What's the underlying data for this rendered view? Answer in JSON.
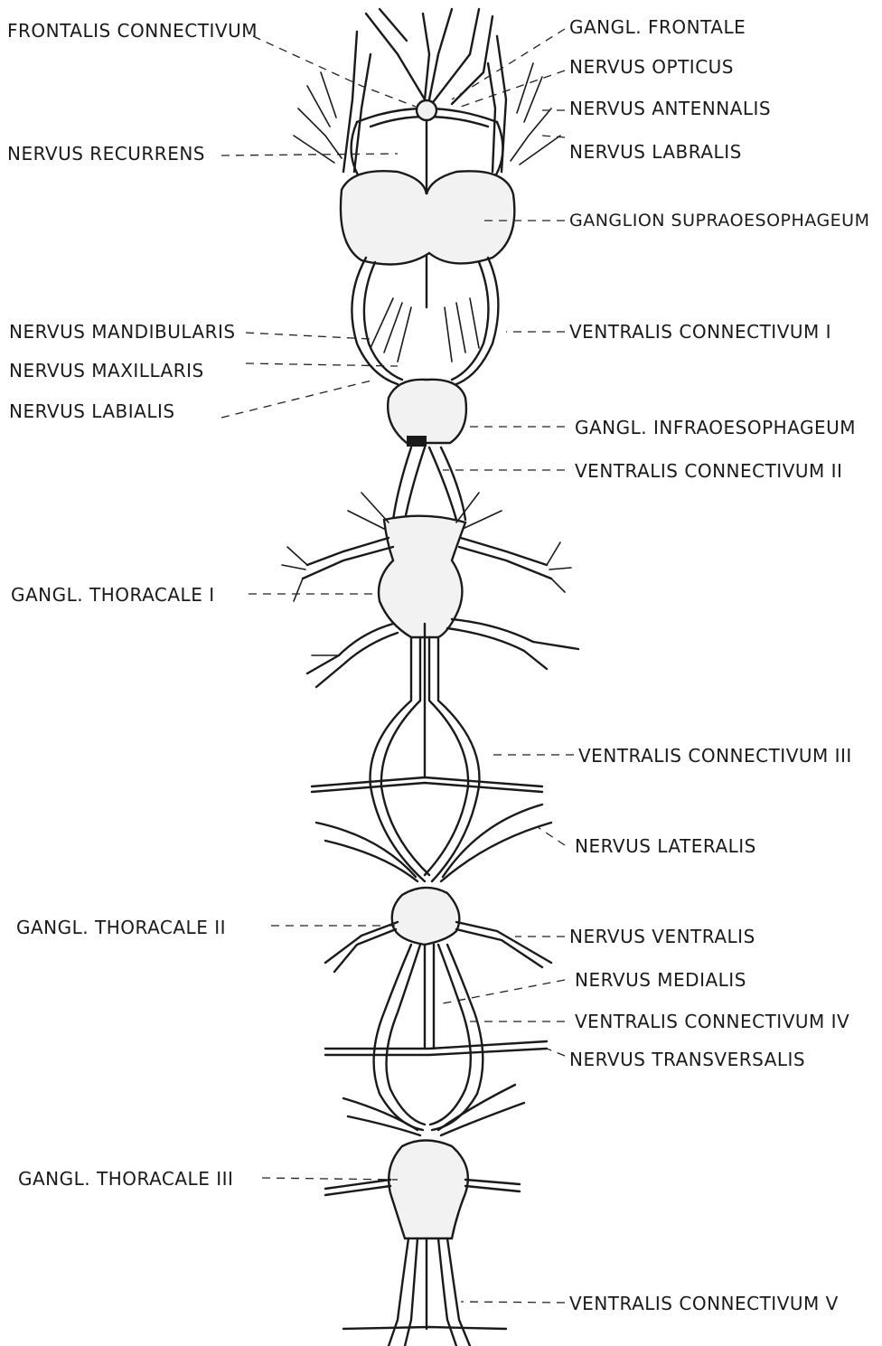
{
  "labels": {
    "frontalis_connectivum": "FRONTALIS CONNECTIVUM",
    "nervus_recurrens": "NERVUS RECURRENS",
    "nervus_mandibularis": "NERVUS MANDIBULARIS",
    "nervus_maxillaris": "NERVUS MAXILLARIS",
    "nervus_labialis": "NERVUS LABIALIS",
    "gangl_thoracale_1": "GANGL. THORACALE I",
    "gangl_thoracale_2": "GANGL. THORACALE II",
    "gangl_thoracale_3": "GANGL. THORACALE III",
    "gangl_frontale": "GANGL. FRONTALE",
    "nervus_opticus": "NERVUS OPTICUS",
    "nervus_antennalis": "NERVUS ANTENNALIS",
    "nervus_labralis": "NERVUS LABRALIS",
    "ganglion_supraoesophageum": "GANGLION SUPRAOESOPHAGEUM",
    "ventralis_connectivum_1": "VENTRALIS CONNECTIVUM I",
    "gangl_infraoesophageum": "GANGL. INFRAOESOPHAGEUM",
    "ventralis_connectivum_2": "VENTRALIS CONNECTIVUM II",
    "ventralis_connectivum_3": "VENTRALIS CONNECTIVUM III",
    "nervus_lateralis": "NERVUS LATERALIS",
    "nervus_ventralis": "NERVUS VENTRALIS",
    "nervus_medialis": "NERVUS MEDIALIS",
    "ventralis_connectivum_4": "VENTRALIS CONNECTIVUM IV",
    "nervus_transversalis": "NERVUS TRANSVERSALIS",
    "ventralis_connectivum_5": "VENTRALIS CONNECTIVUM V"
  }
}
